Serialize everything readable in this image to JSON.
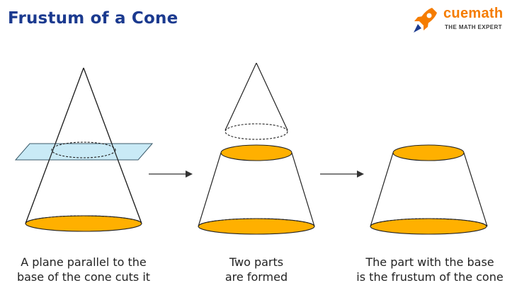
{
  "title": "Frustum of a Cone",
  "logo": {
    "word": "cuemath",
    "tagline": "THE MATH EXPERT",
    "icon": "rocket-icon"
  },
  "colors": {
    "title": "#1b3a8f",
    "base_fill": "#ffb000",
    "plane_fill": "#bfe6f5",
    "brand": "#f57c00"
  },
  "steps": [
    {
      "caption_line1": "A plane parallel to the",
      "caption_line2": "base of the cone cuts it"
    },
    {
      "caption_line1": "Two parts",
      "caption_line2": "are formed"
    },
    {
      "caption_line1": "The part with the base",
      "caption_line2": "is the frustum of the cone"
    }
  ],
  "arrows": [
    "right-arrow",
    "right-arrow"
  ]
}
